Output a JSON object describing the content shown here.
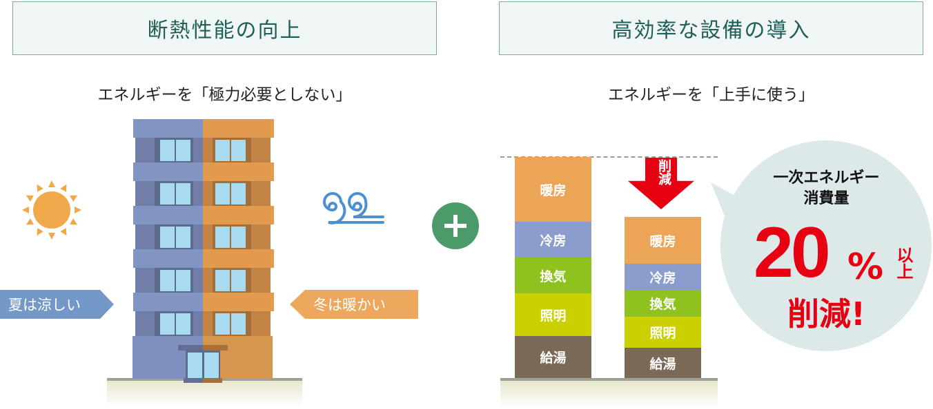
{
  "left": {
    "header": "断熱性能の向上",
    "subtitle": "エネルギーを「極力必要としない」",
    "summer_label": "夏は涼しい",
    "winter_label": "冬は暖かい"
  },
  "right": {
    "header": "高効率な設備の導入",
    "subtitle": "エネルギーを「上手に使う」",
    "reduction_arrow": "削減",
    "before_bar": [
      "暖房",
      "冷房",
      "換気",
      "照明",
      "給湯"
    ],
    "after_bar": [
      "暖房",
      "冷房",
      "換気",
      "照明",
      "給湯"
    ],
    "bubble": {
      "line1": "一次エネルギー",
      "line2": "消費量",
      "percent": "20",
      "unit": "%",
      "suffix": "以上",
      "action": "削減!"
    }
  },
  "colors": {
    "heating": "#eca456",
    "cooling": "#8b9dcc",
    "ventilation": "#8fc21f",
    "lighting": "#cbd000",
    "hotwater": "#7a6956",
    "red": "#e60012",
    "plus": "#4a9a6a"
  }
}
